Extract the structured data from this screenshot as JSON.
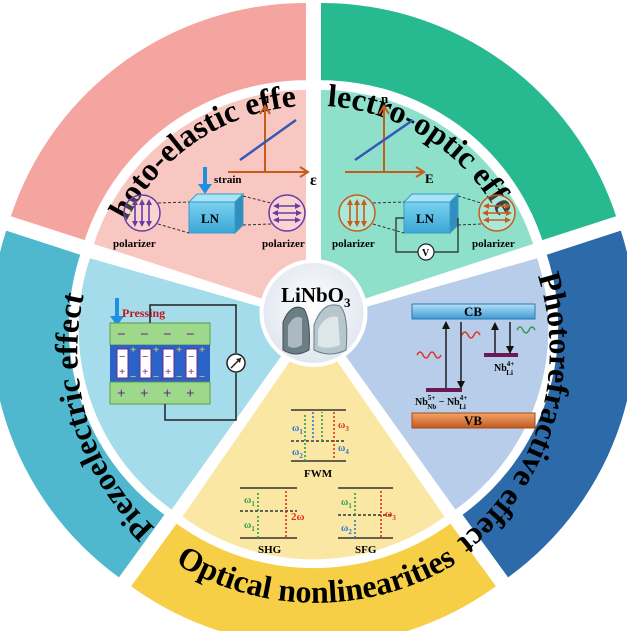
{
  "ring_titles": {
    "photo_elastic": "Photo-elastic effect",
    "electro_optic": "Electro-optic effect",
    "photorefractive": "Photorefractive effect",
    "optical_nonlinear": "Optical nonlinearities",
    "piezoelectric": "Piezoelectric effect"
  },
  "center": {
    "formula_main": "LiNbO",
    "formula_sub": "3"
  },
  "photo_elastic_panel": {
    "axis_n": "n",
    "axis_eps": "ε",
    "strain": "strain",
    "crystal": "LN",
    "polarizer_left": "polarizer",
    "polarizer_right": "polarizer"
  },
  "electro_optic_panel": {
    "axis_n": "n",
    "axis_E": "E",
    "crystal": "LN",
    "voltage": "V",
    "polarizer_left": "polarizer",
    "polarizer_right": "polarizer"
  },
  "piezo_panel": {
    "pressing": "Pressing",
    "minus": "−",
    "plus": "+"
  },
  "photorefractive_panel": {
    "cb": "CB",
    "vb": "VB",
    "nb_li_main": "Nb",
    "nb_li_sup": "4+",
    "nb_li_sub": "Li",
    "nb_nb_main": "Nb",
    "nb_nb_sup": "5+",
    "nb_nb_sub": "Nb",
    "dash": " − ",
    "nb_li2_main": "Nb",
    "nb_li2_sup": "4+",
    "nb_li2_sub": "Li"
  },
  "nonlinear_panel": {
    "fwm": "FWM",
    "shg": "SHG",
    "sfg": "SFG",
    "w": "ω",
    "sub1": "1",
    "sub2": "2",
    "sub3": "3",
    "sub4": "4",
    "two_w": "2ω"
  },
  "colors": {
    "photo_elastic_ring": "#f4a5a0",
    "photo_elastic_panel": "#f8c7c1",
    "electro_optic_ring": "#27b98f",
    "electro_optic_panel": "#8fe0cb",
    "photorefractive_ring": "#2d6aa9",
    "photorefractive_panel": "#b7cde9",
    "nonlinear_ring": "#f6cf47",
    "nonlinear_panel": "#fbe7a4",
    "piezo_ring": "#4fb8ce",
    "piezo_panel": "#a5dceb"
  }
}
